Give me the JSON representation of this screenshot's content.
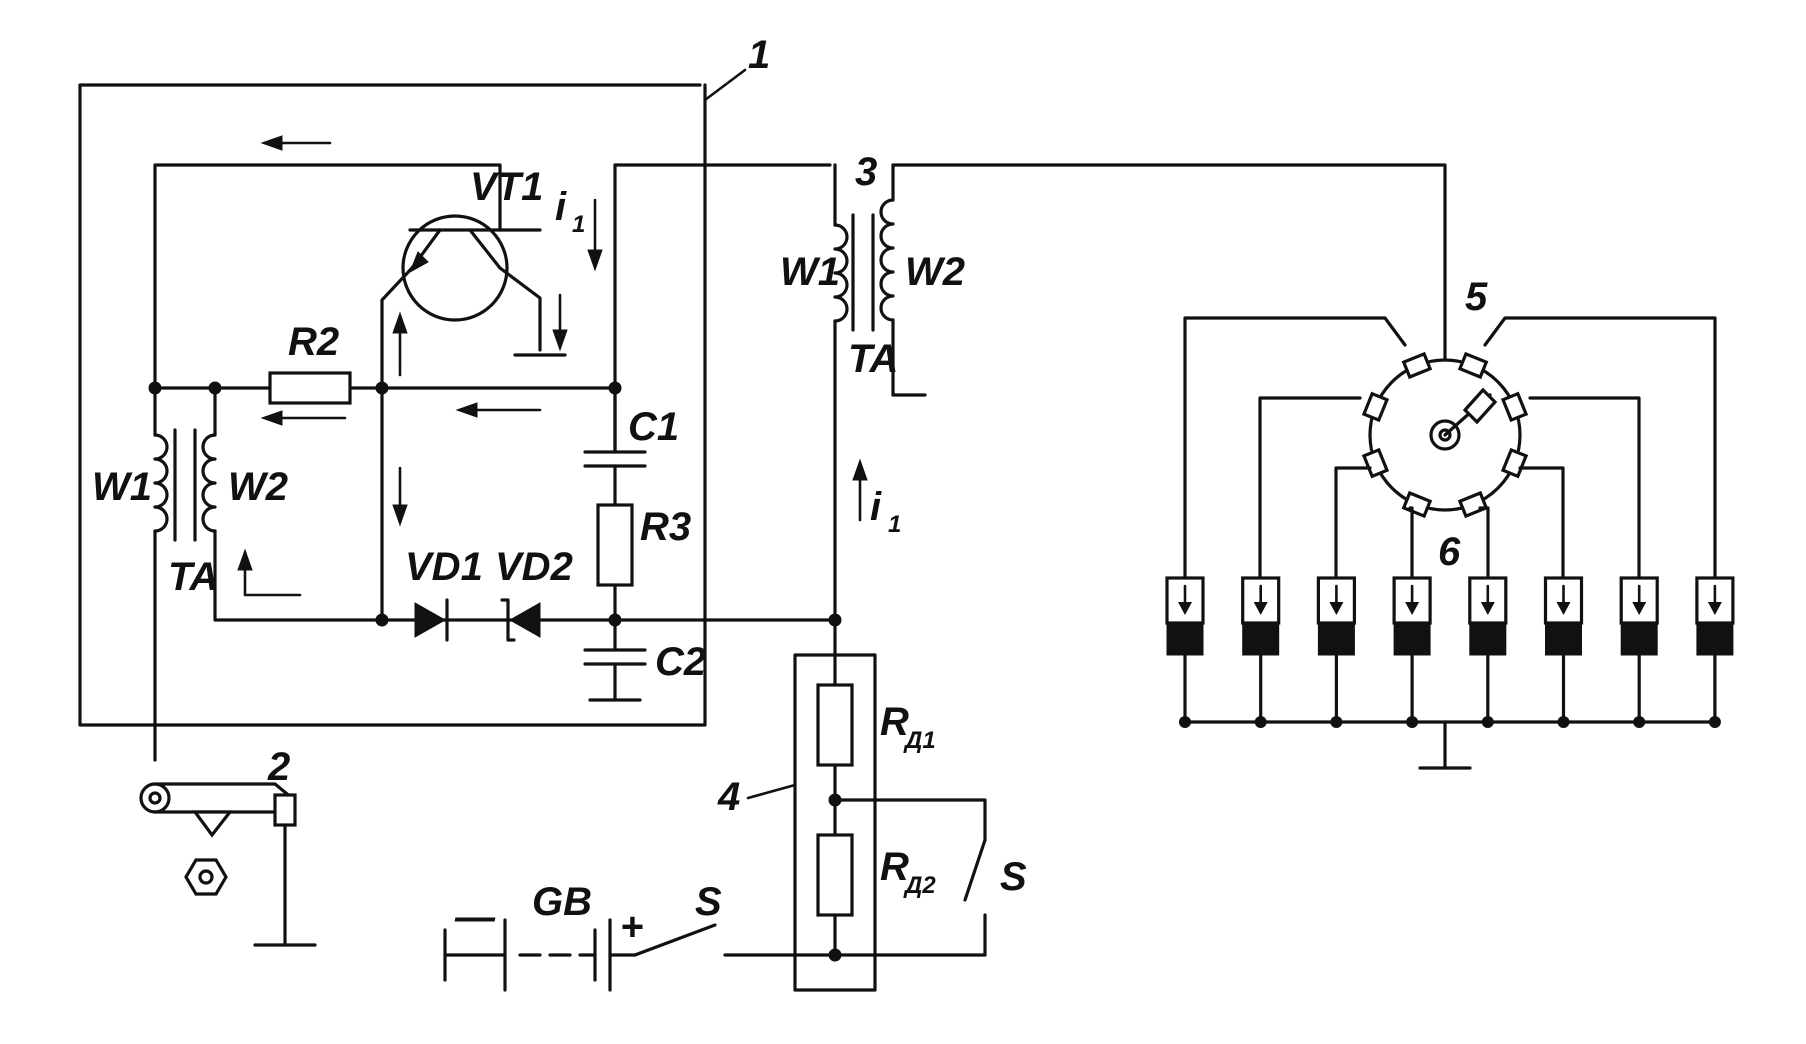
{
  "labels": {
    "ref_1": "1",
    "ref_2": "2",
    "ref_3": "3",
    "ref_4": "4",
    "ref_5": "5",
    "ref_6": "6",
    "vt1": "VT1",
    "r2": "R2",
    "r3": "R3",
    "c1": "C1",
    "c2": "C2",
    "vd1": "VD1",
    "vd2": "VD2",
    "w1_sensor": "W1",
    "w2_sensor": "W2",
    "ta_sensor": "TA",
    "w1_coil": "W1",
    "w2_coil": "W2",
    "ta_coil": "TA",
    "current_top": "i",
    "current_top_sub": "1",
    "current_mid": "i",
    "current_mid_sub": "1",
    "rd1": "R",
    "rd1_sub": "Д1",
    "rd2": "R",
    "rd2_sub": "Д2",
    "gb": "GB",
    "plus": "+",
    "minus": "—",
    "switch_battery": "S",
    "switch_resistor": "S"
  },
  "diagram": {
    "spark_plug_count": 8,
    "distributor_contacts": 8
  }
}
